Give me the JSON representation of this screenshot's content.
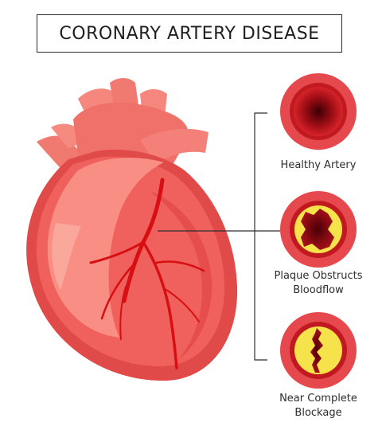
{
  "title": "CORONARY ARTERY DISEASE",
  "stages": [
    {
      "label_lines": [
        "Healthy Artery"
      ],
      "plaque": "none"
    },
    {
      "label_lines": [
        "Plaque Obstructs",
        "Bloodflow"
      ],
      "plaque": "partial"
    },
    {
      "label_lines": [
        "Near Complete",
        "Blockage"
      ],
      "plaque": "severe"
    }
  ],
  "colors": {
    "heart_dark": "#e04a48",
    "heart_mid": "#f0605c",
    "heart_light": "#f88a80",
    "heart_highlight": "#fba89c",
    "artery_vessel": "#d80f12",
    "plaque": "#f6e24a",
    "lumen": "#8c0a10",
    "ring_outer": "#e5484d",
    "ring_inner": "#c01a20"
  }
}
